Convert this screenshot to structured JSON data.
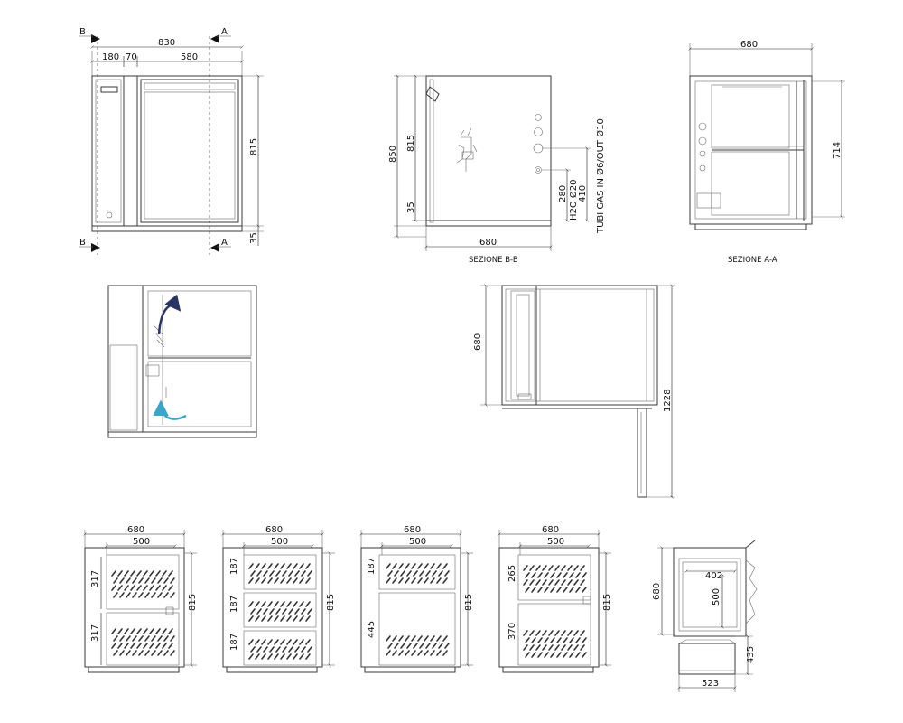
{
  "labels": {
    "sec_b": "B",
    "sec_a": "A",
    "front_total": "830",
    "front_seg1": "180",
    "front_seg2": "70",
    "front_seg3": "580",
    "front_height": "815",
    "front_base": "35",
    "sbb_total": "850",
    "sbb_inner": "815",
    "sbb_base": "35",
    "sbb_width": "680",
    "sbb_280": "280",
    "sbb_410": "410",
    "sbb_h2o": "H2O Ø20",
    "sbb_gas": "TUBI GAS IN Ø6/OUT Ø10",
    "caption_bb": "SEZIONE B-B",
    "saa_width": "680",
    "saa_height": "714",
    "caption_aa": "SEZIONE A-A",
    "plan_depth": "680",
    "plan_total": "1228",
    "var_outer": "680",
    "var_inner": "500",
    "var_height": "815",
    "v1_top": "317",
    "v1_bottom": "317",
    "v2_a": "187",
    "v2_b": "187",
    "v2_c": "187",
    "v3_top": "187",
    "v3_bottom": "445",
    "v4_top": "265",
    "v4_bottom": "370",
    "det_depth": "680",
    "det_402": "402",
    "det_500": "500",
    "det_435": "435",
    "det_523": "523"
  }
}
